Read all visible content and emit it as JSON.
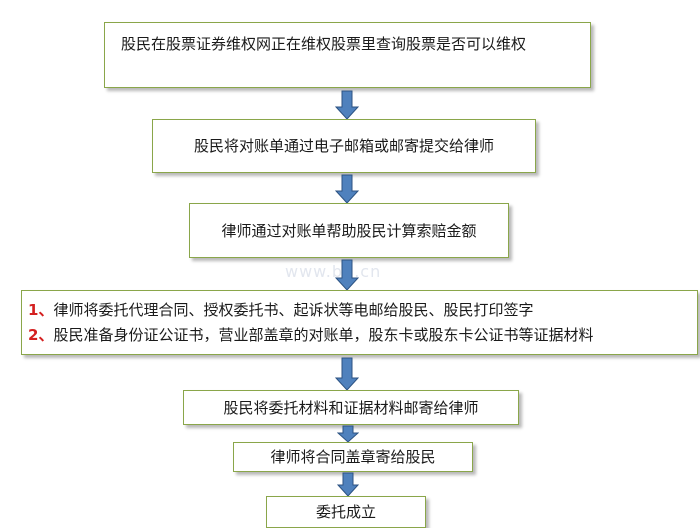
{
  "steps": [
    "股民在股票证券维权网正在维权股票里查询股票是否可以维权",
    "股民将对账单通过电子邮箱或邮寄提交给律师",
    "律师通过对账单帮助股民计算索赔金额",
    {
      "items": [
        {
          "number": "1",
          "separator": "、",
          "text": "律师将委托代理合同、授权委托书、起诉状等电邮给股民、股民打印签字"
        },
        {
          "number": "2",
          "separator": "、",
          "text": "股民准备身份证公证书，营业部盖章的对账单，股东卡或股东卡公证书等证据材料"
        }
      ]
    },
    "股民将委托材料和证据材料邮寄给律师",
    "律师将合同盖章寄给股民",
    "委托成立"
  ],
  "watermark": "www.bg.cn",
  "colors": {
    "box_border": "#8aa64a",
    "arrow_fill": "#4f81bd",
    "arrow_stroke": "#2c5282",
    "list_number": "#d42020"
  }
}
